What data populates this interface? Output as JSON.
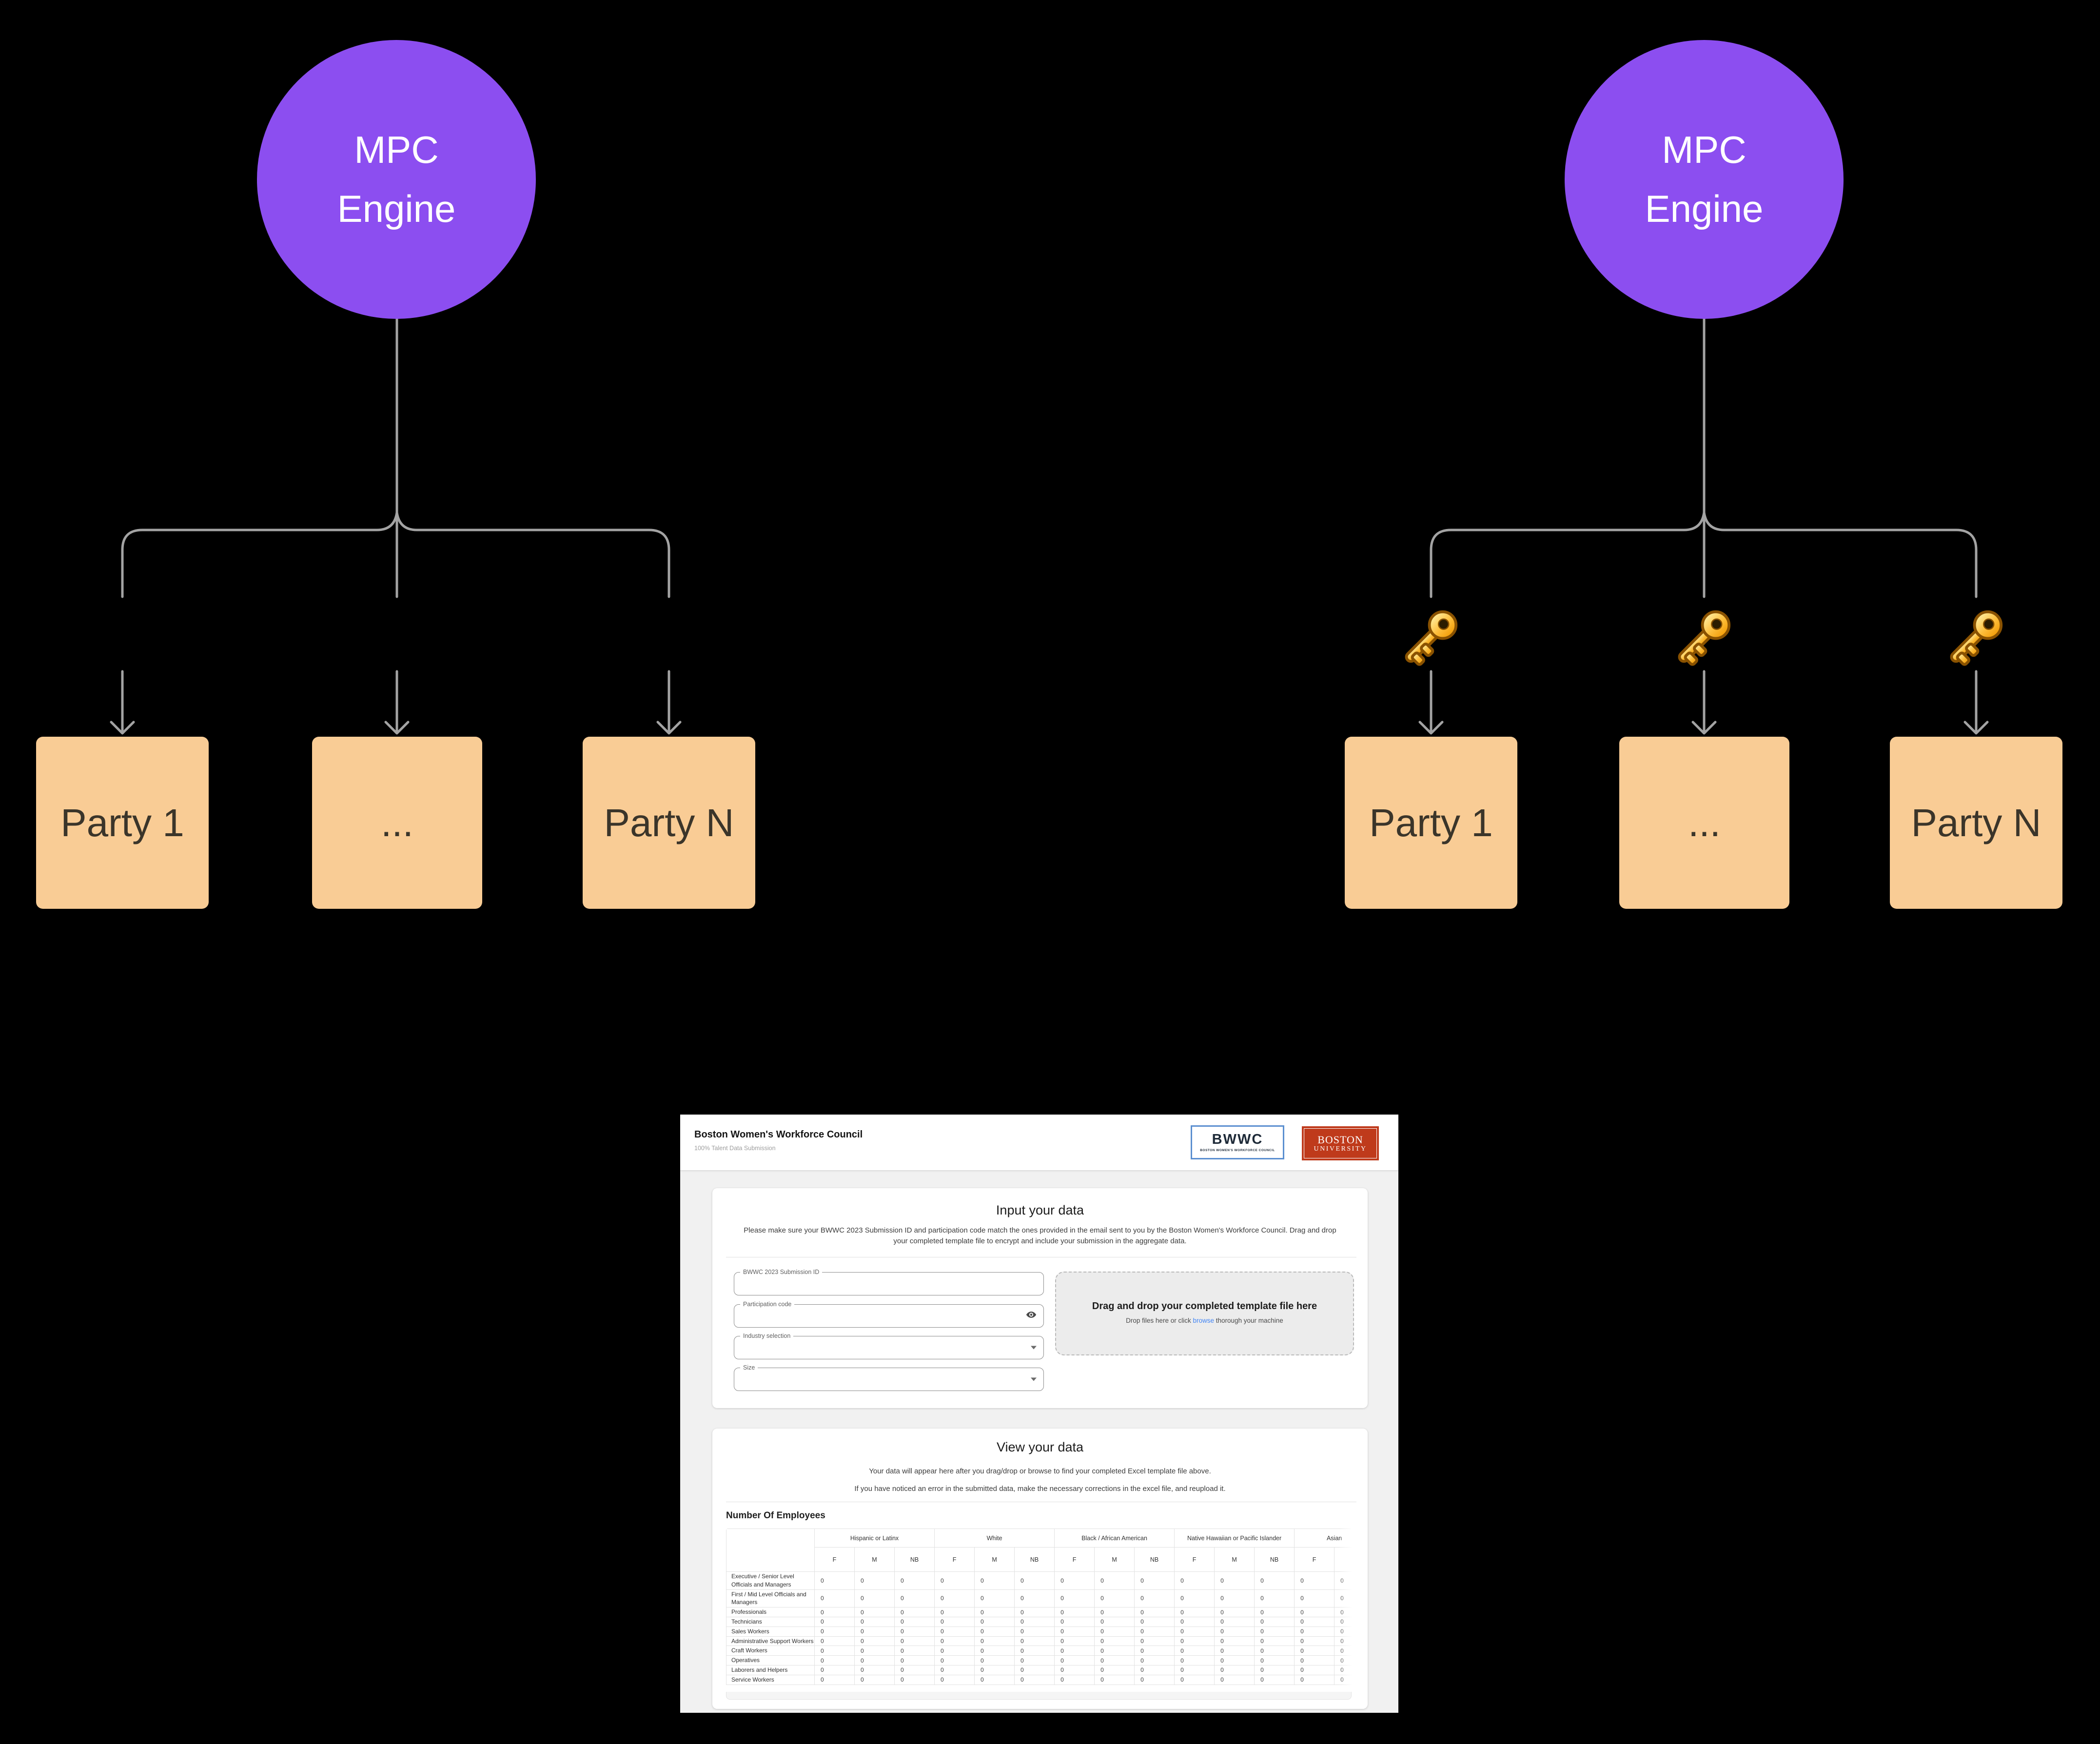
{
  "diagram_left": {
    "engine_label_lines": [
      "MPC",
      "Engine"
    ],
    "party_labels": [
      "Party 1",
      "...",
      "Party N"
    ]
  },
  "diagram_right": {
    "engine_label_lines": [
      "MPC",
      "Engine"
    ],
    "party_labels": [
      "Party 1",
      "...",
      "Party N"
    ],
    "key_count": 3
  },
  "colors": {
    "accent_purple": "#8C4EF0",
    "node_orange": "#F9CC95",
    "node_text": "#3B352A",
    "connector_gray": "#A3A3A3",
    "key_gold": "#F7A21B",
    "key_outline": "#8A5200",
    "link_blue": "#4285F4",
    "bu_red": "#BF3A1B",
    "bwwc_navy": "#1E2A38",
    "bwwc_border": "#5B8FD0"
  },
  "site": {
    "header": {
      "title": "Boston Women's Workforce Council",
      "subtitle": "100% Talent Data Submission",
      "logo_bwwc": {
        "text": "BWWC",
        "sub": "BOSTON WOMEN'S WORKFORCE COUNCIL"
      },
      "logo_bu": {
        "line1": "BOSTON",
        "line2": "UNIVERSITY"
      }
    },
    "input_card": {
      "title": "Input your data",
      "description": "Please make sure your BWWC 2023 Submission ID and participation code match the ones provided in the email sent to you by the Boston Women's Workforce Council. Drag and drop your completed template file to encrypt and include your submission in the aggregate data.",
      "fields": [
        {
          "label": "BWWC 2023 Submission ID",
          "type": "text",
          "value": ""
        },
        {
          "label": "Participation code",
          "type": "password",
          "value": "",
          "icon": "eye-icon"
        },
        {
          "label": "Industry selection",
          "type": "select",
          "value": ""
        },
        {
          "label": "Size",
          "type": "select",
          "value": ""
        }
      ],
      "dropzone": {
        "title": "Drag and drop your completed template file here",
        "hint_pre": "Drop files here or click ",
        "link": "browse",
        "hint_post": " thorough your machine"
      }
    },
    "view_card": {
      "title": "View your data",
      "line1": "Your data will appear here after you drag/drop or browse to find your completed Excel template file above.",
      "line2": "If you have noticed an error in the submitted data, make the necessary corrections in the excel file, and reupload it.",
      "table_title": "Number Of Employees"
    },
    "table": {
      "groups": [
        "Hispanic or Latinx",
        "White",
        "Black / African American",
        "Native Hawaiian or Pacific Islander",
        "Asian"
      ],
      "group_col_counts": [
        3,
        3,
        3,
        3,
        2
      ],
      "subheaders_full": [
        "F",
        "M",
        "NB"
      ],
      "row_labels": [
        "Executive / Senior Level Officials and Managers",
        "First / Mid Level Officials and Managers",
        "Professionals",
        "Technicians",
        "Sales Workers",
        "Administrative Support Workers",
        "Craft Workers",
        "Operatives",
        "Laborers and Helpers",
        "Service Workers"
      ],
      "cell_value": "0",
      "visible_columns": 14
    }
  }
}
